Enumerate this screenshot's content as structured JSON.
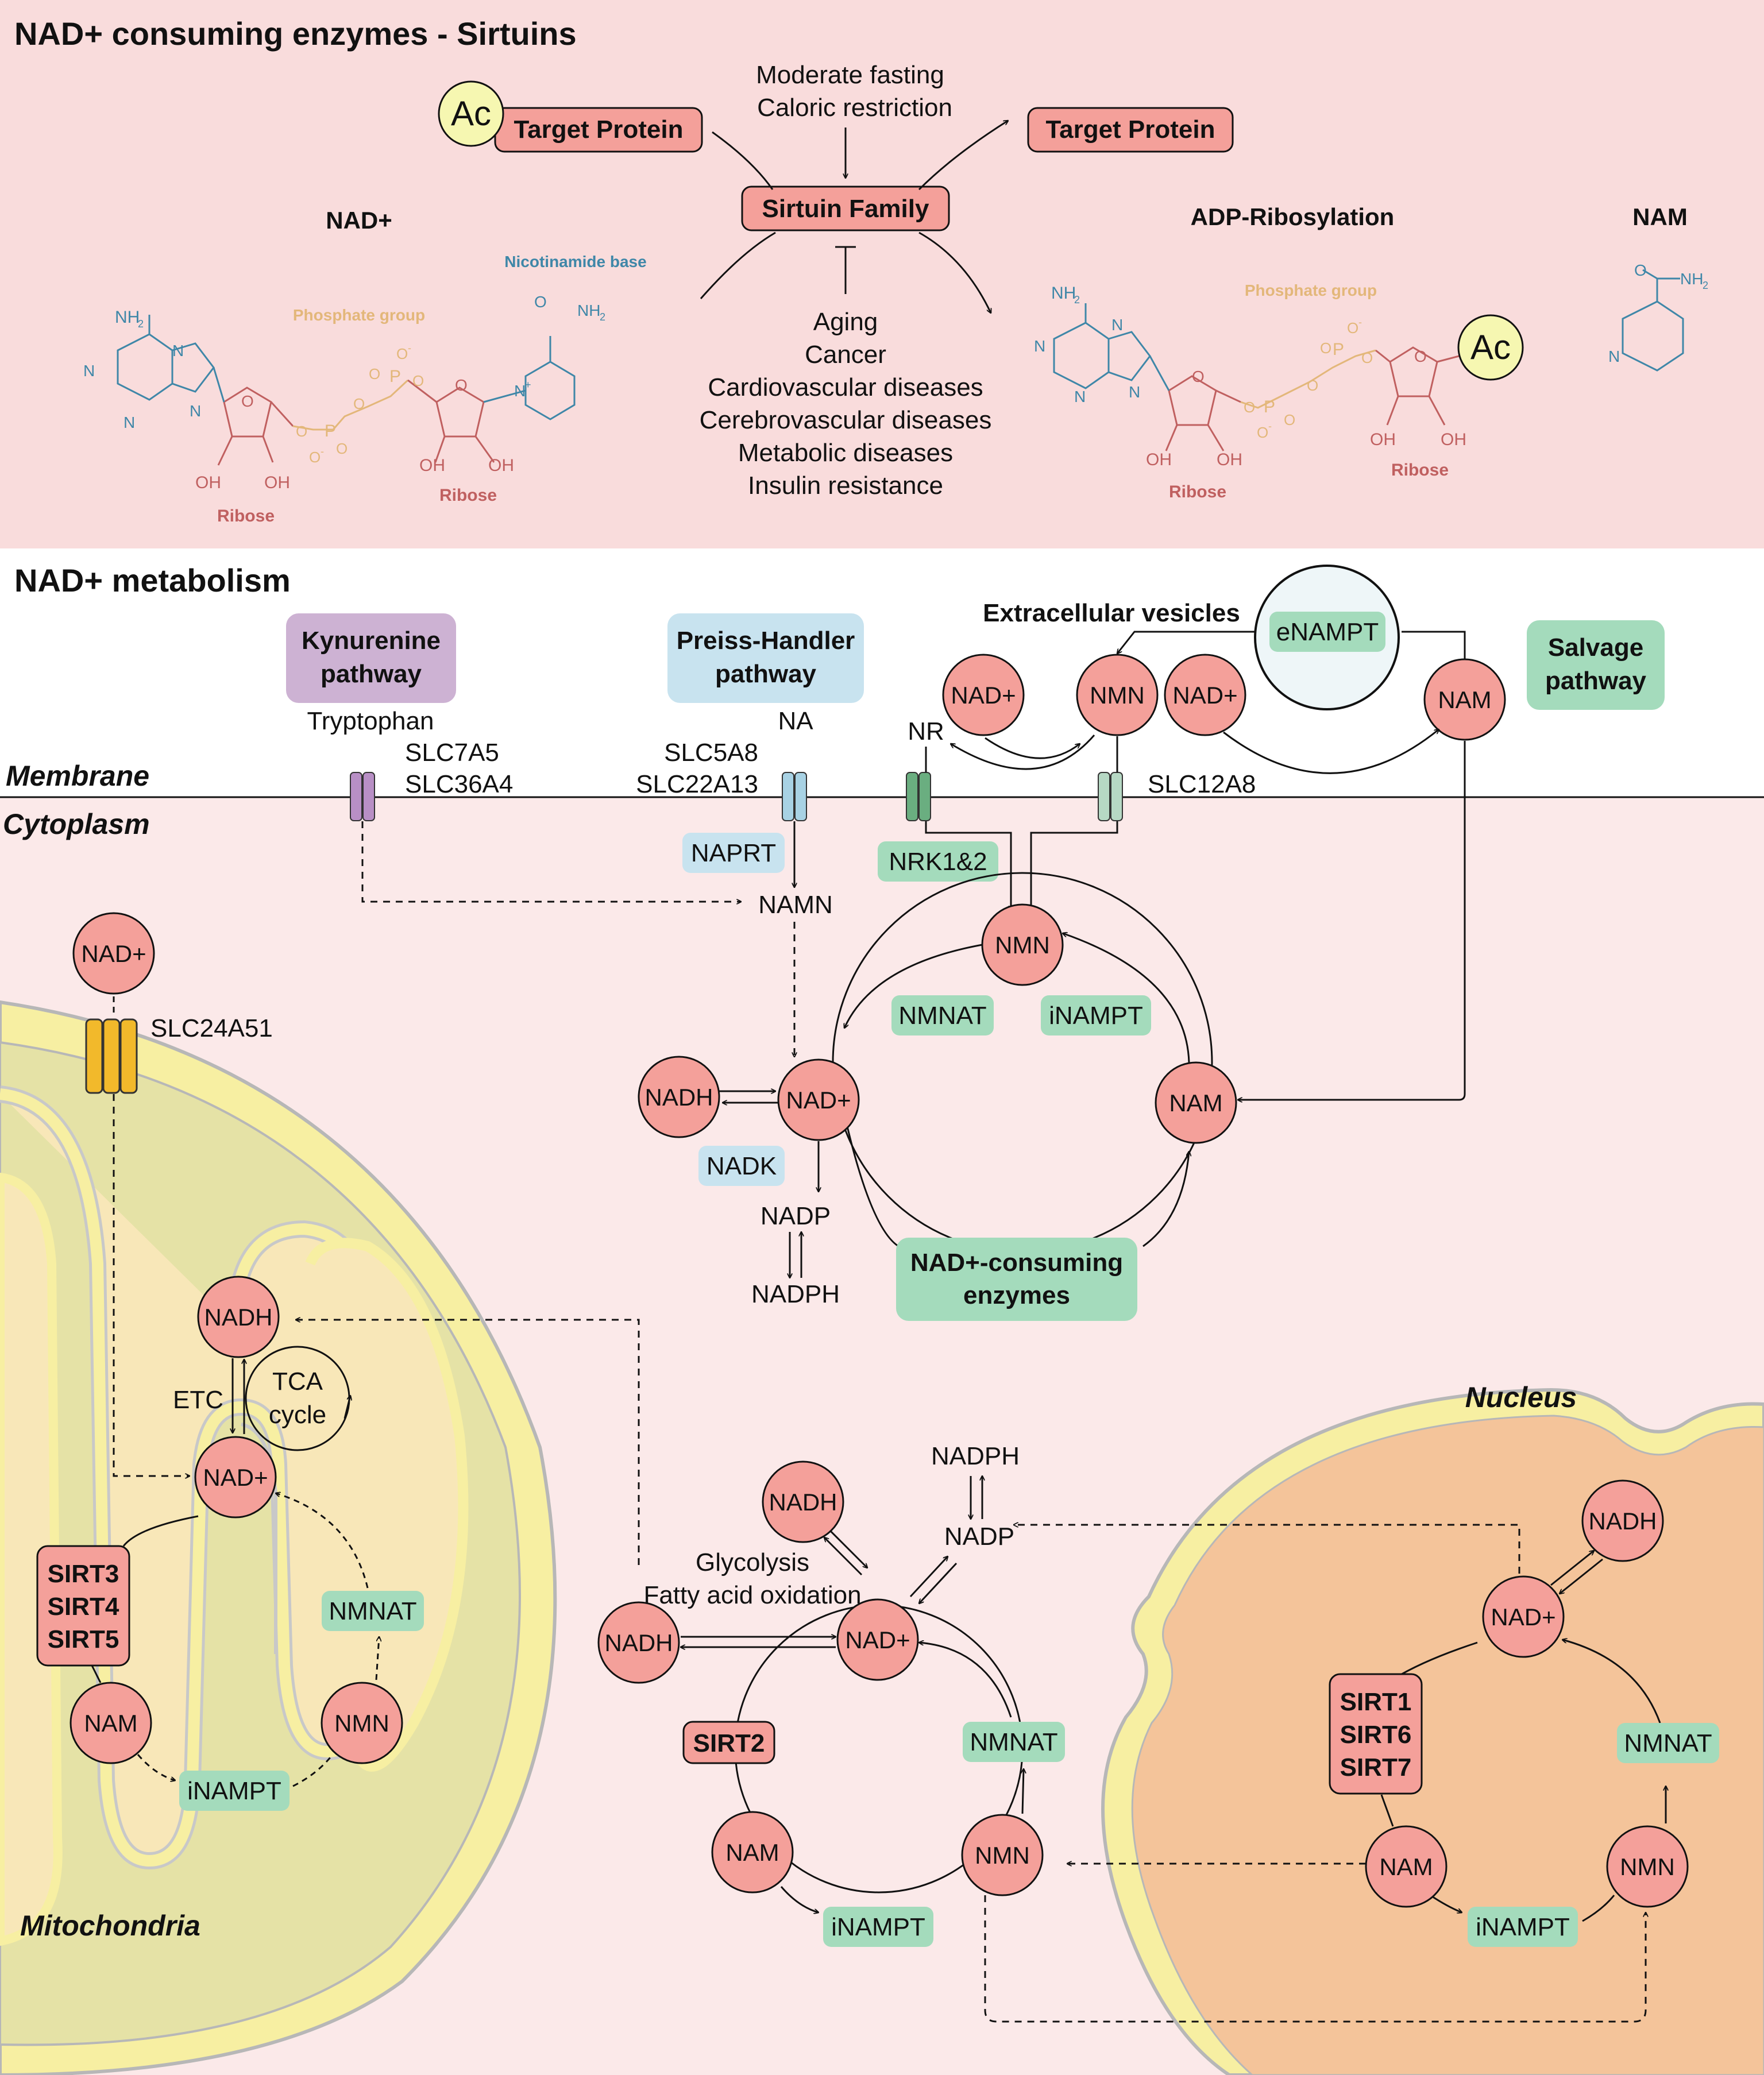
{
  "colors": {
    "top_bg": "#f9dcdc",
    "bottom_bg": "#fbe9e9",
    "node_fill": "#f4a09a",
    "enzyme_green": "#a4dbbc",
    "enzyme_blue": "#c8e3ef",
    "kynurenine": "#cdb2d3",
    "ac_circle": "#f6f7b1",
    "mito_outer": "#f7efa2",
    "mito_inner": "#e5e2a6",
    "nucleus": "#f4c49a",
    "chem_blue": "#3f87a8",
    "chem_red": "#c06060",
    "chem_gold": "#e3b77a"
  },
  "sirtuins": {
    "title": "NAD+ consuming enzymes - Sirtuins",
    "ac": "Ac",
    "target_protein_left": "Target Protein",
    "target_protein_right": "Target Protein",
    "activators": [
      "Moderate fasting",
      "Caloric restriction"
    ],
    "family": "Sirtuin Family",
    "inhibited": [
      "Aging",
      "Cancer",
      "Cardiovascular diseases",
      "Cerebrovascular diseases",
      "Metabolic diseases",
      "Insulin resistance"
    ],
    "nad_label": "NAD+",
    "adpr_label": "ADP-Ribosylation",
    "nam_label": "NAM",
    "chem": {
      "nh2": "NH",
      "nh2_sub": "2",
      "n": "N",
      "o": "O",
      "o_minus": "O",
      "minus": "-",
      "p": "P",
      "oh": "OH",
      "n_plus": "N",
      "plus": "+",
      "phosphate_group": "Phosphate group",
      "nicotinamide_base": "Nicotinamide base",
      "ribose": "Ribose"
    }
  },
  "metabolism": {
    "title": "NAD+ metabolism",
    "membrane": "Membrane",
    "cytoplasm": "Cytoplasm",
    "kynurenine_pathway": [
      "Kynurenine",
      "pathway"
    ],
    "preiss_handler": [
      "Preiss-Handler",
      "pathway"
    ],
    "salvage": [
      "Salvage",
      "pathway"
    ],
    "extracellular_vesicles": "Extracellular vesicles",
    "enampt": "eNAMPT",
    "tryptophan": "Tryptophan",
    "slc7a5": "SLC7A5",
    "slc36a4": "SLC36A4",
    "slc5a8": "SLC5A8",
    "slc22a13": "SLC22A13",
    "na": "NA",
    "nr": "NR",
    "slc12a8": "SLC12A8",
    "naprt": "NAPRT",
    "nrk": "NRK1&2",
    "namn": "NAMN",
    "nmnat": "NMNAT",
    "inampt": "iNAMPT",
    "nadk": "NADK",
    "nadp": "NADP",
    "nadph": "NADPH",
    "consuming": [
      "NAD+-consuming",
      "enzymes"
    ],
    "slc24a51": "SLC24A51",
    "etc": "ETC",
    "tca": [
      "TCA",
      "cycle"
    ],
    "sirt_mito": [
      "SIRT3",
      "SIRT4",
      "SIRT5"
    ],
    "sirt2": "SIRT2",
    "sirt_nuc": [
      "SIRT1",
      "SIRT6",
      "SIRT7"
    ],
    "glycolysis": "Glycolysis",
    "fatty_acid": "Fatty acid oxidation",
    "mitochondria": "Mitochondria",
    "nucleus": "Nucleus",
    "node_nad": "NAD+",
    "node_nmn": "NMN",
    "node_nam": "NAM",
    "node_nadh": "NADH"
  }
}
